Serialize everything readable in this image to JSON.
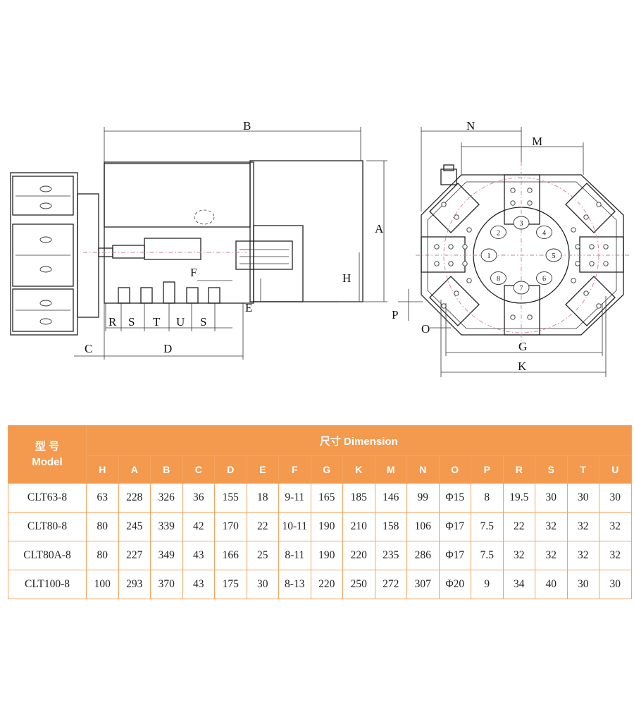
{
  "drawing": {
    "side_view_labels": [
      "B",
      "A",
      "H",
      "F",
      "E",
      "P",
      "C",
      "D",
      "R",
      "S",
      "T",
      "U",
      "S"
    ],
    "front_view_labels": [
      "N",
      "M",
      "O",
      "G",
      "K"
    ],
    "index_marks": [
      "3",
      "4",
      "5",
      "6",
      "7",
      "8",
      "1",
      "2"
    ]
  },
  "table": {
    "model_header_cn": "型 号",
    "model_header_en": "Model",
    "dimension_header_cn": "尺寸",
    "dimension_header_en": "Dimension",
    "columns": [
      "H",
      "A",
      "B",
      "C",
      "D",
      "E",
      "F",
      "G",
      "K",
      "M",
      "N",
      "O",
      "P",
      "R",
      "S",
      "T",
      "U"
    ],
    "rows": [
      [
        "CLT63-8",
        "63",
        "228",
        "326",
        "36",
        "155",
        "18",
        "9-11",
        "165",
        "185",
        "146",
        "99",
        "Φ15",
        "8",
        "19.5",
        "30",
        "30",
        "30"
      ],
      [
        "CLT80-8",
        "80",
        "245",
        "339",
        "42",
        "170",
        "22",
        "10-11",
        "190",
        "210",
        "158",
        "106",
        "Φ17",
        "7.5",
        "22",
        "32",
        "32",
        "32"
      ],
      [
        "CLT80A-8",
        "80",
        "227",
        "349",
        "43",
        "166",
        "25",
        "8-11",
        "190",
        "220",
        "235",
        "286",
        "Φ17",
        "7.5",
        "32",
        "32",
        "32",
        "32"
      ],
      [
        "CLT100-8",
        "100",
        "293",
        "370",
        "43",
        "175",
        "30",
        "8-13",
        "220",
        "250",
        "272",
        "307",
        "Φ20",
        "9",
        "34",
        "40",
        "30",
        "30"
      ]
    ]
  }
}
